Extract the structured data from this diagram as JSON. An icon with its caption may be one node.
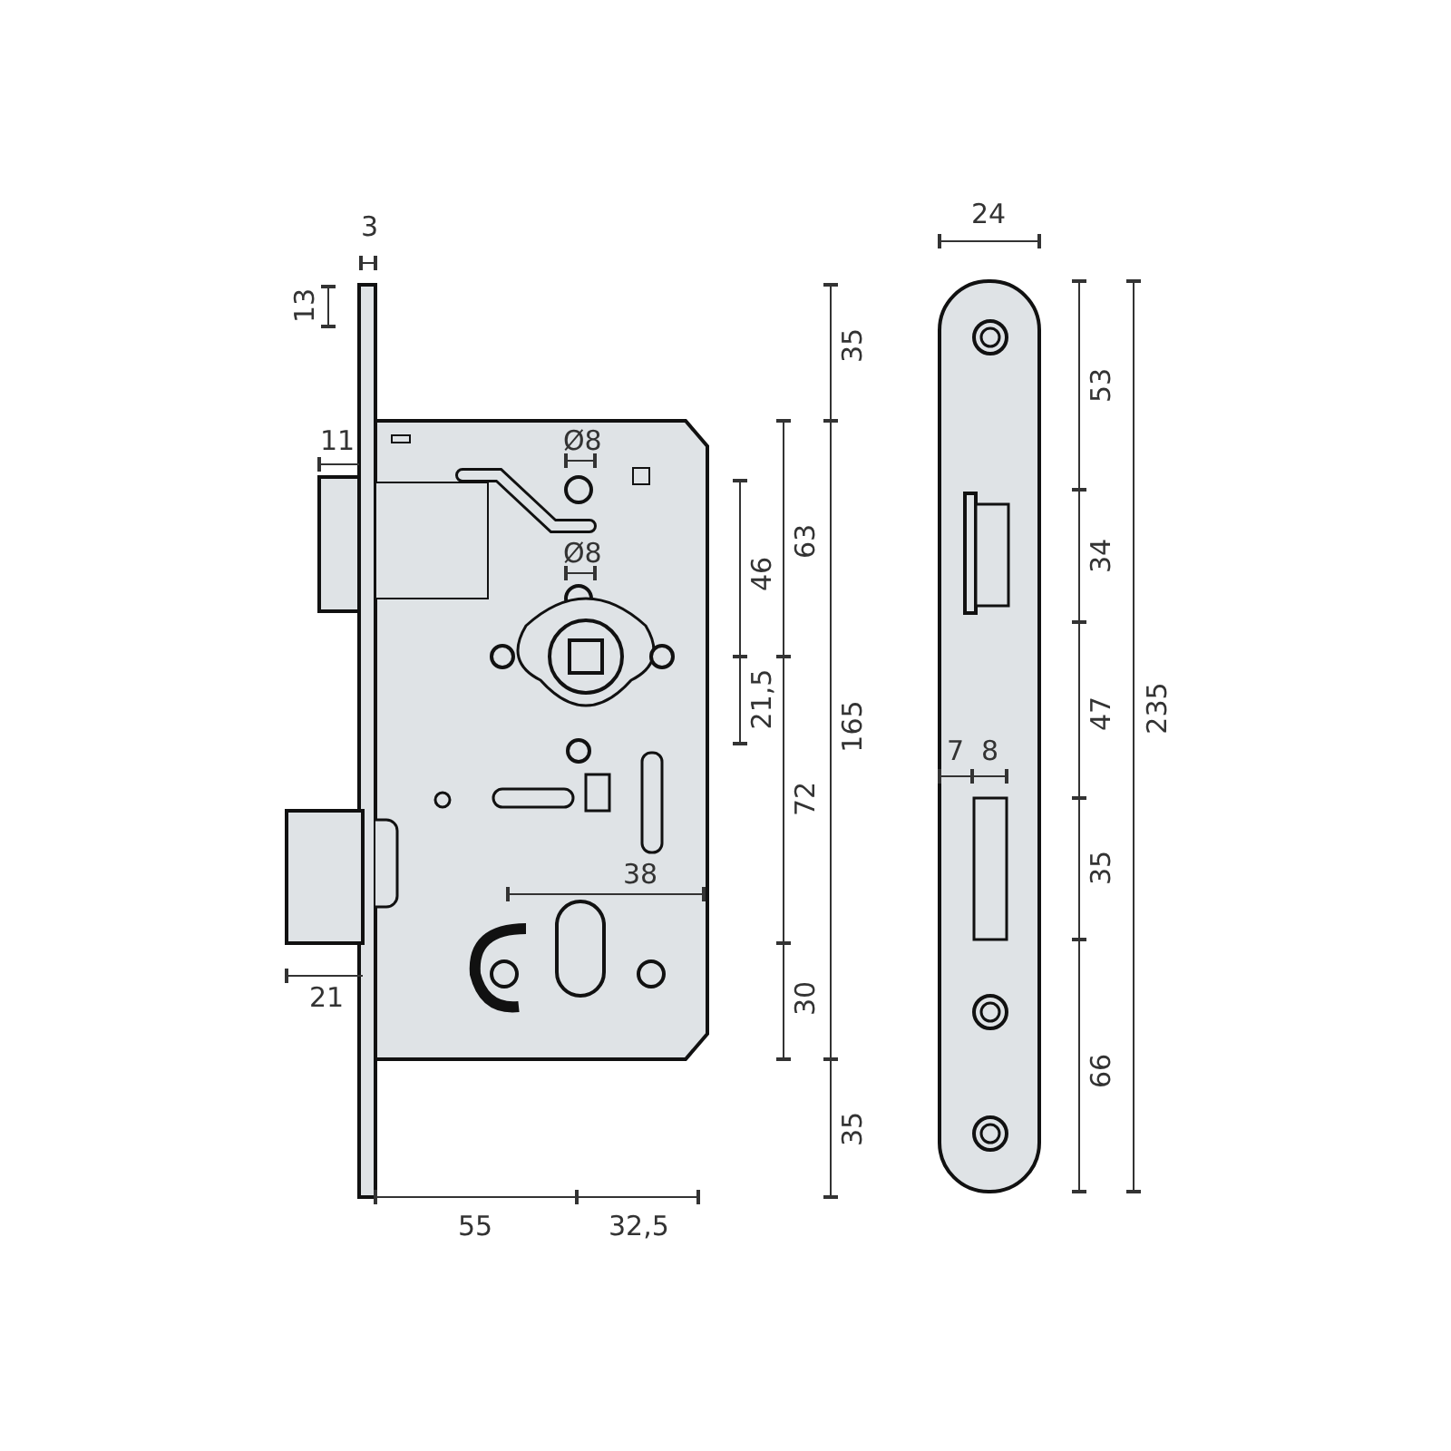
{
  "diagram": {
    "labels": [
      "3",
      "13",
      "35",
      "24",
      "11",
      "Ø8",
      "Ø8",
      "63",
      "53",
      "46",
      "34",
      "21,5",
      "165",
      "235",
      "7",
      "8",
      "47",
      "72",
      "38",
      "35",
      "21",
      "30",
      "35",
      "66",
      "55",
      "32,5"
    ]
  }
}
